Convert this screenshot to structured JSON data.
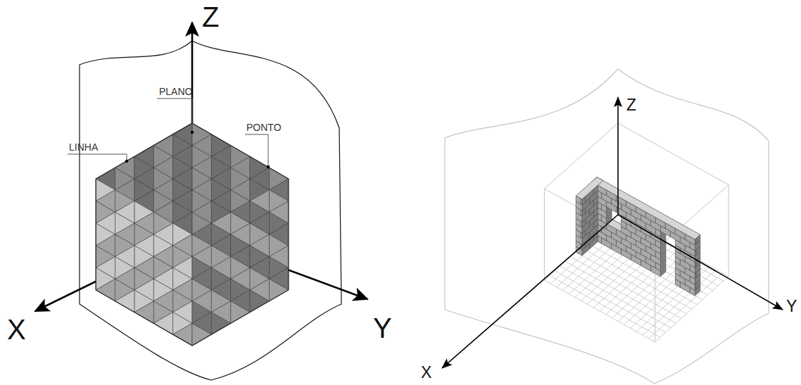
{
  "diagram": {
    "labels": [
      "Z",
      "X",
      "Y",
      "PLANO",
      "LINHA",
      "PONTO",
      "Z",
      "X",
      "Y"
    ]
  }
}
